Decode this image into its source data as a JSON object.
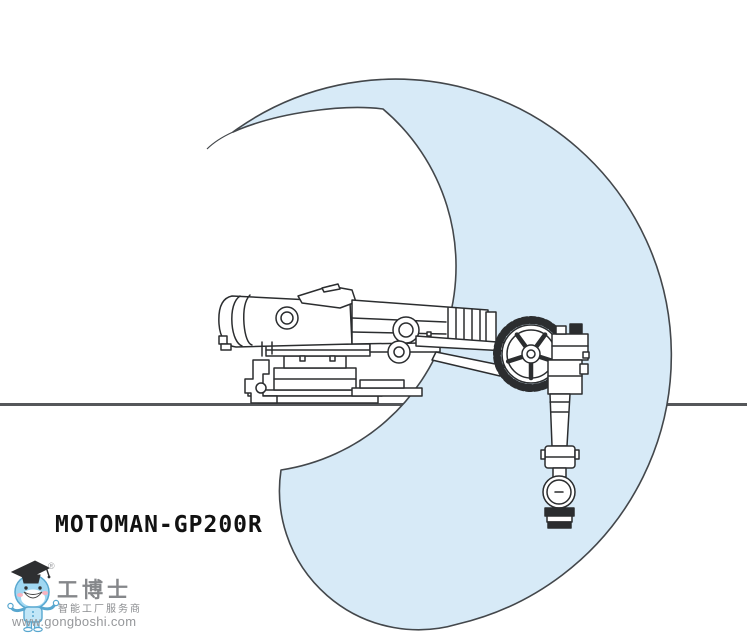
{
  "diagram": {
    "model_label": "MOTOMAN-GP200R",
    "subject": "robot working range side view"
  },
  "envelope": {
    "fill": "#d7eaf7",
    "stroke": "#43474b"
  },
  "floor": {
    "line_color": "#55575a"
  },
  "robot": {
    "stroke": "#2b2d2f"
  },
  "logo": {
    "brand": "工博士",
    "registered_mark": "®",
    "tagline": "智能工厂服务商",
    "website": "www.gongboshi.com",
    "mascot_head_color": "#9fd7f2",
    "mascot_body_color": "#c2e6f7"
  }
}
